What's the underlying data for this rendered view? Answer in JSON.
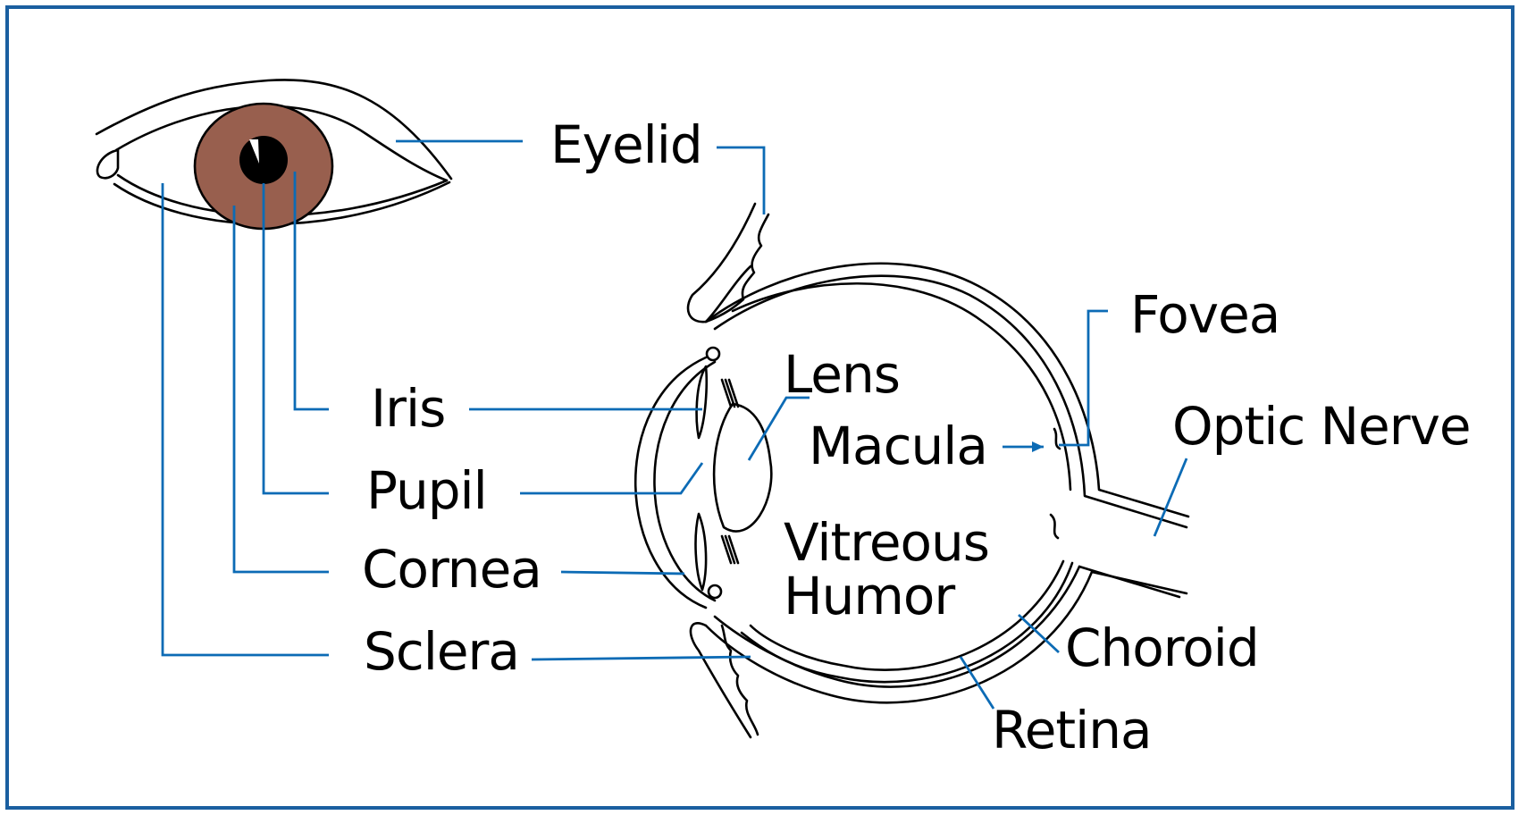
{
  "colors": {
    "frame": "#1a5fa0",
    "leader": "#0c6bb5",
    "iris": "#985f4e"
  },
  "labels": {
    "eyelid": "Eyelid",
    "fovea": "Fovea",
    "lens": "Lens",
    "optic_nerve": "Optic Nerve",
    "iris": "Iris",
    "macula": "Macula",
    "pupil": "Pupil",
    "vitreous_line1": "Vitreous",
    "vitreous_line2": "Humor",
    "cornea": "Cornea",
    "choroid": "Choroid",
    "sclera": "Sclera",
    "retina": "Retina"
  }
}
